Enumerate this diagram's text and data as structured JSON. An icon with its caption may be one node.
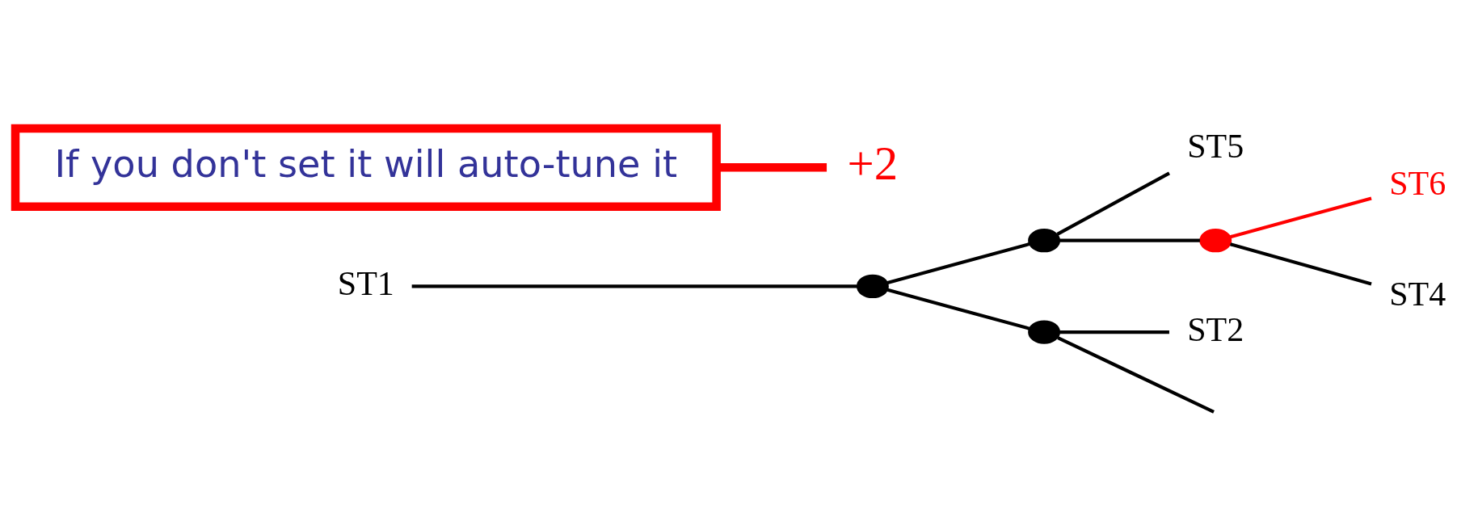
{
  "diagram": {
    "nodes": [
      {
        "text": [
          "ST1"
        ]
      },
      {
        "text": [
          "ST2"
        ]
      },
      {
        "text": [
          "+2"
        ]
      },
      {
        "text": [
          "If you don't set it will auto-tune it"
        ]
      },
      {
        "text": [
          "ST5"
        ]
      },
      {
        "text": [
          "ST6"
        ]
      },
      {
        "text": [
          "ST4"
        ]
      },
      {
        "text": [],
        "shape": "circle"
      },
      {
        "text": [],
        "shape": "circle"
      },
      {
        "text": [],
        "shape": "circle"
      },
      {
        "text": [],
        "shape": "circle"
      }
    ],
    "edges": [
      {
        "from": 0,
        "to": 9,
        "arrow": "none"
      },
      {
        "from": 9,
        "to": 10,
        "arrow": "none"
      },
      {
        "from": 10,
        "to": 1,
        "arrow": "none"
      },
      {
        "from": 10,
        "to": null,
        "arrow": "none"
      },
      {
        "from": 9,
        "to": 7,
        "arrow": "none"
      },
      {
        "from": 7,
        "to": 4,
        "arrow": "none"
      },
      {
        "from": 7,
        "to": 8,
        "arrow": "none"
      },
      {
        "from": 8,
        "to": 6,
        "arrow": "none"
      },
      {
        "from": 8,
        "to": 5,
        "arrow": "none",
        "color": "#ff0000"
      },
      {
        "from": 3,
        "to": 2,
        "arrow": "none",
        "style": "thick",
        "color": "#ff0000"
      }
    ]
  }
}
